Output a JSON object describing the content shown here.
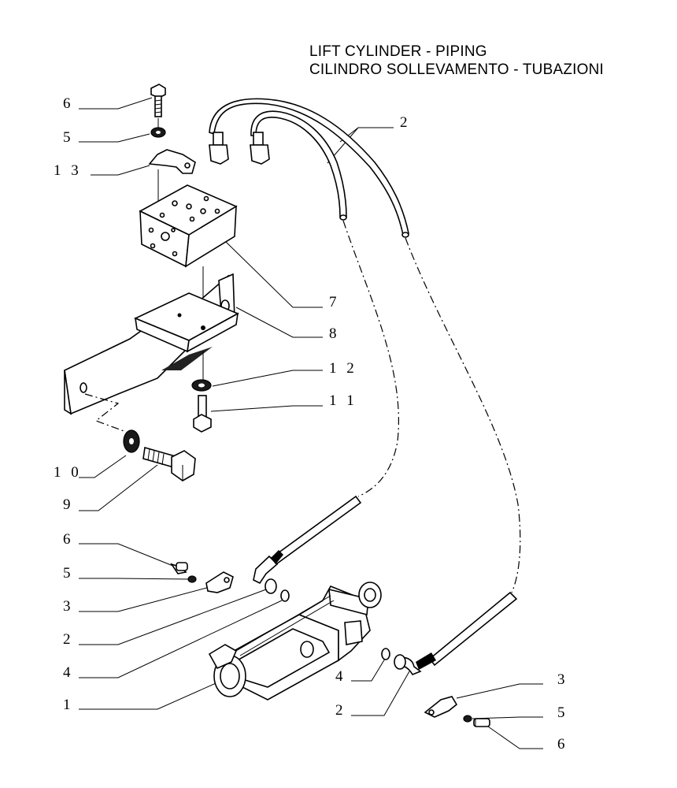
{
  "title": {
    "line1": "LIFT CYLINDER - PIPING",
    "line2": "CILINDRO SOLLEVAMENTO - TUBAZIONI"
  },
  "callouts": {
    "c6a": "6",
    "c5a": "5",
    "c13": "1 3",
    "c2a": "2",
    "c7": "7",
    "c8": "8",
    "c12": "1 2",
    "c11": "1 1",
    "c10": "1 0",
    "c9": "9",
    "c6b": "6",
    "c5b": "5",
    "c3a": "3",
    "c2b": "2",
    "c4a": "4",
    "c1": "1",
    "c4b": "4",
    "c2c": "2",
    "c3b": "3",
    "c5c": "5",
    "c6c": "6"
  }
}
